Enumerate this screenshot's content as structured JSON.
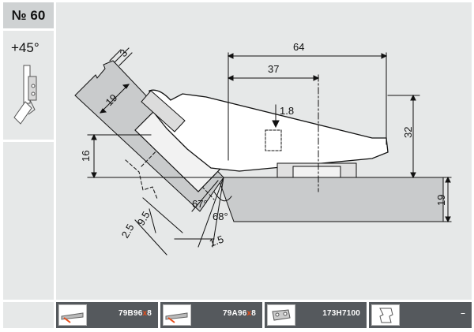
{
  "header": {
    "model": "№ 60",
    "opening_angle": "+45°"
  },
  "drawing": {
    "dim_overall_width": "64",
    "dim_cup_center": "37",
    "dim_arm_height": "32",
    "dim_panel_thickness": "19",
    "dim_door_thickness": "19",
    "dim_overlay": "3",
    "dim_mount_16": "16",
    "dim_9_5": "9.5",
    "dim_2_5": "2.5",
    "dim_1_5": "1.5",
    "dim_1_8": "1.8",
    "angle_67": "67°",
    "angle_68": "68°"
  },
  "footer": {
    "parts": [
      {
        "pre": "79B96",
        "mid": "x",
        "post": "8"
      },
      {
        "pre": "79A96",
        "mid": "x",
        "post": "8"
      },
      {
        "pre": "173H7100",
        "mid": "",
        "post": ""
      },
      {
        "pre": "–",
        "mid": "",
        "post": ""
      }
    ]
  },
  "colors": {
    "panel": "#e6e8e8",
    "badge": "#cfd2d3",
    "footer_bar": "#55595d",
    "highlight": "#e84e1b"
  }
}
